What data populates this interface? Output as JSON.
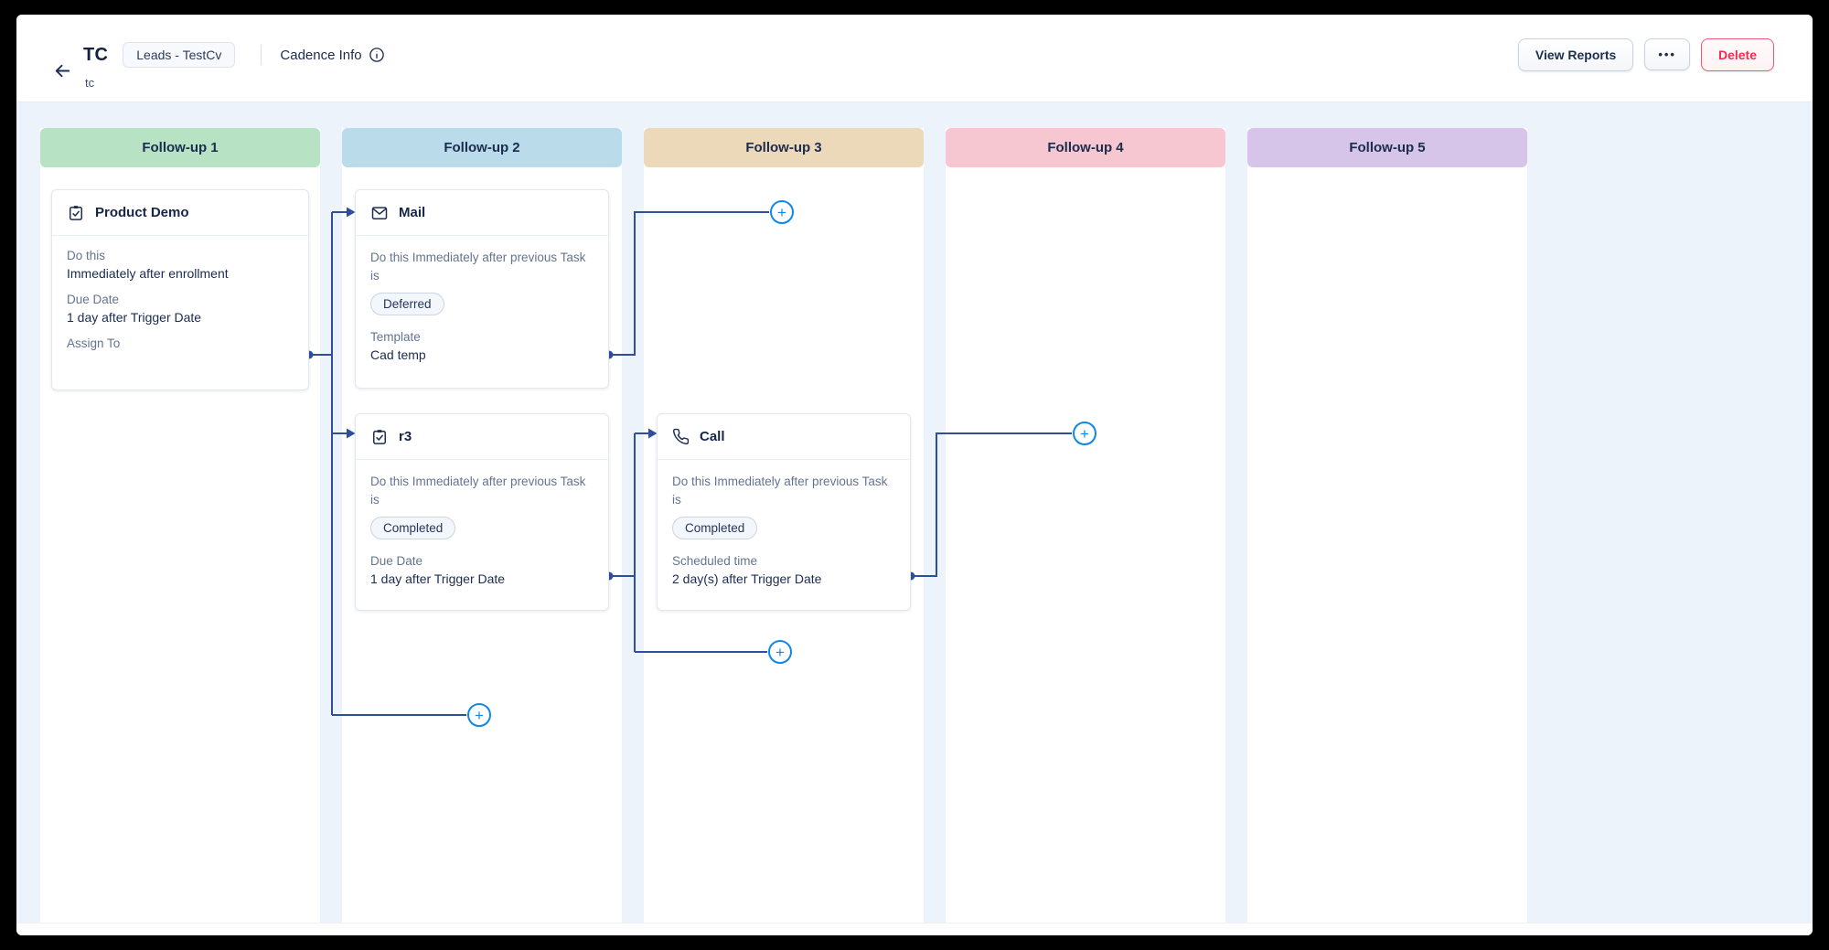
{
  "header": {
    "title": "TC",
    "subtitle": "tc",
    "module_chip": "Leads - TestCv",
    "cadence_info_label": "Cadence Info",
    "buttons": {
      "view_reports": "View Reports",
      "more": "•••",
      "delete": "Delete"
    }
  },
  "board": {
    "columns": [
      {
        "label": "Follow-up 1",
        "color": "#b7e3c4"
      },
      {
        "label": "Follow-up 2",
        "color": "#badcea"
      },
      {
        "label": "Follow-up 3",
        "color": "#ecd9b9"
      },
      {
        "label": "Follow-up 4",
        "color": "#f6c7d0"
      },
      {
        "label": "Follow-up 5",
        "color": "#d6c5e9"
      }
    ],
    "cards": [
      {
        "column": "Follow-up 1",
        "icon": "task-icon",
        "title": "Product Demo",
        "fields": [
          {
            "label": "Do this",
            "value": "Immediately after enrollment"
          },
          {
            "label": "Due Date",
            "value": "1 day after Trigger Date"
          },
          {
            "label": "Assign To",
            "value": ""
          }
        ]
      },
      {
        "column": "Follow-up 2",
        "icon": "mail-icon",
        "title": "Mail",
        "condition_label": "Do this Immediately after previous Task is",
        "badge": "Deferred",
        "fields": [
          {
            "label": "Template",
            "value": "Cad temp"
          }
        ]
      },
      {
        "column": "Follow-up 2",
        "icon": "task-icon",
        "title": "r3",
        "condition_label": "Do this Immediately after previous Task is",
        "badge": "Completed",
        "fields": [
          {
            "label": "Due Date",
            "value": "1 day after Trigger Date"
          }
        ]
      },
      {
        "column": "Follow-up 3",
        "icon": "call-icon",
        "title": "Call",
        "condition_label": "Do this Immediately after previous Task is",
        "badge": "Completed",
        "fields": [
          {
            "label": "Scheduled time",
            "value": "2 day(s) after Trigger Date"
          }
        ]
      }
    ],
    "connections": [
      {
        "from": "Product Demo",
        "to": "Mail"
      },
      {
        "from": "Product Demo",
        "to": "r3"
      },
      {
        "from": "Product Demo",
        "to": "add-step in Follow-up 2"
      },
      {
        "from": "Mail",
        "to": "add-step in Follow-up 3"
      },
      {
        "from": "r3",
        "to": "Call"
      },
      {
        "from": "r3",
        "to": "add-step in Follow-up 3"
      },
      {
        "from": "Call",
        "to": "add-step in Follow-up 4"
      }
    ]
  },
  "colors": {
    "connector": "#2f4f9d",
    "add_button_blue": "#1287e6",
    "delete_red": "#ef2c4e",
    "board_background": "#edf3fb"
  }
}
